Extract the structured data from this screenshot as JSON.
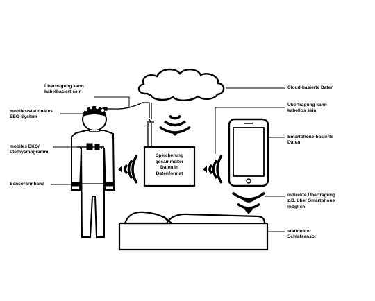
{
  "labels": {
    "cable_transfer": "Übertragung kann\nkabelbasiert sein",
    "eeg": "mobiles/stationäres\nEEG-System",
    "ekg": "mobiles EKG/\nPlethysmogramm",
    "sensor_band": "Sensorarmband",
    "cloud_data": "Cloud-basierte Daten",
    "wireless_transfer": "Übertragung kann\nkabellos sein",
    "smartphone_data": "Smartphone-basierte\nDaten",
    "indirect_transfer": "indirekte Übertragung\nz.B. über Smartphone\nmöglich",
    "sleep_sensor": "stationärer\nSchlafsensor"
  },
  "storage_box": {
    "text": "Speicherung\ngesammelter\nDaten in\nDatenformat"
  },
  "icons": [
    "person-icon",
    "eeg-cap-icon",
    "ekg-device-icon",
    "sensor-armband-icon",
    "cloud-icon",
    "smartphone-icon",
    "bed-icon",
    "wireless-signal-icon",
    "cable-icon"
  ]
}
